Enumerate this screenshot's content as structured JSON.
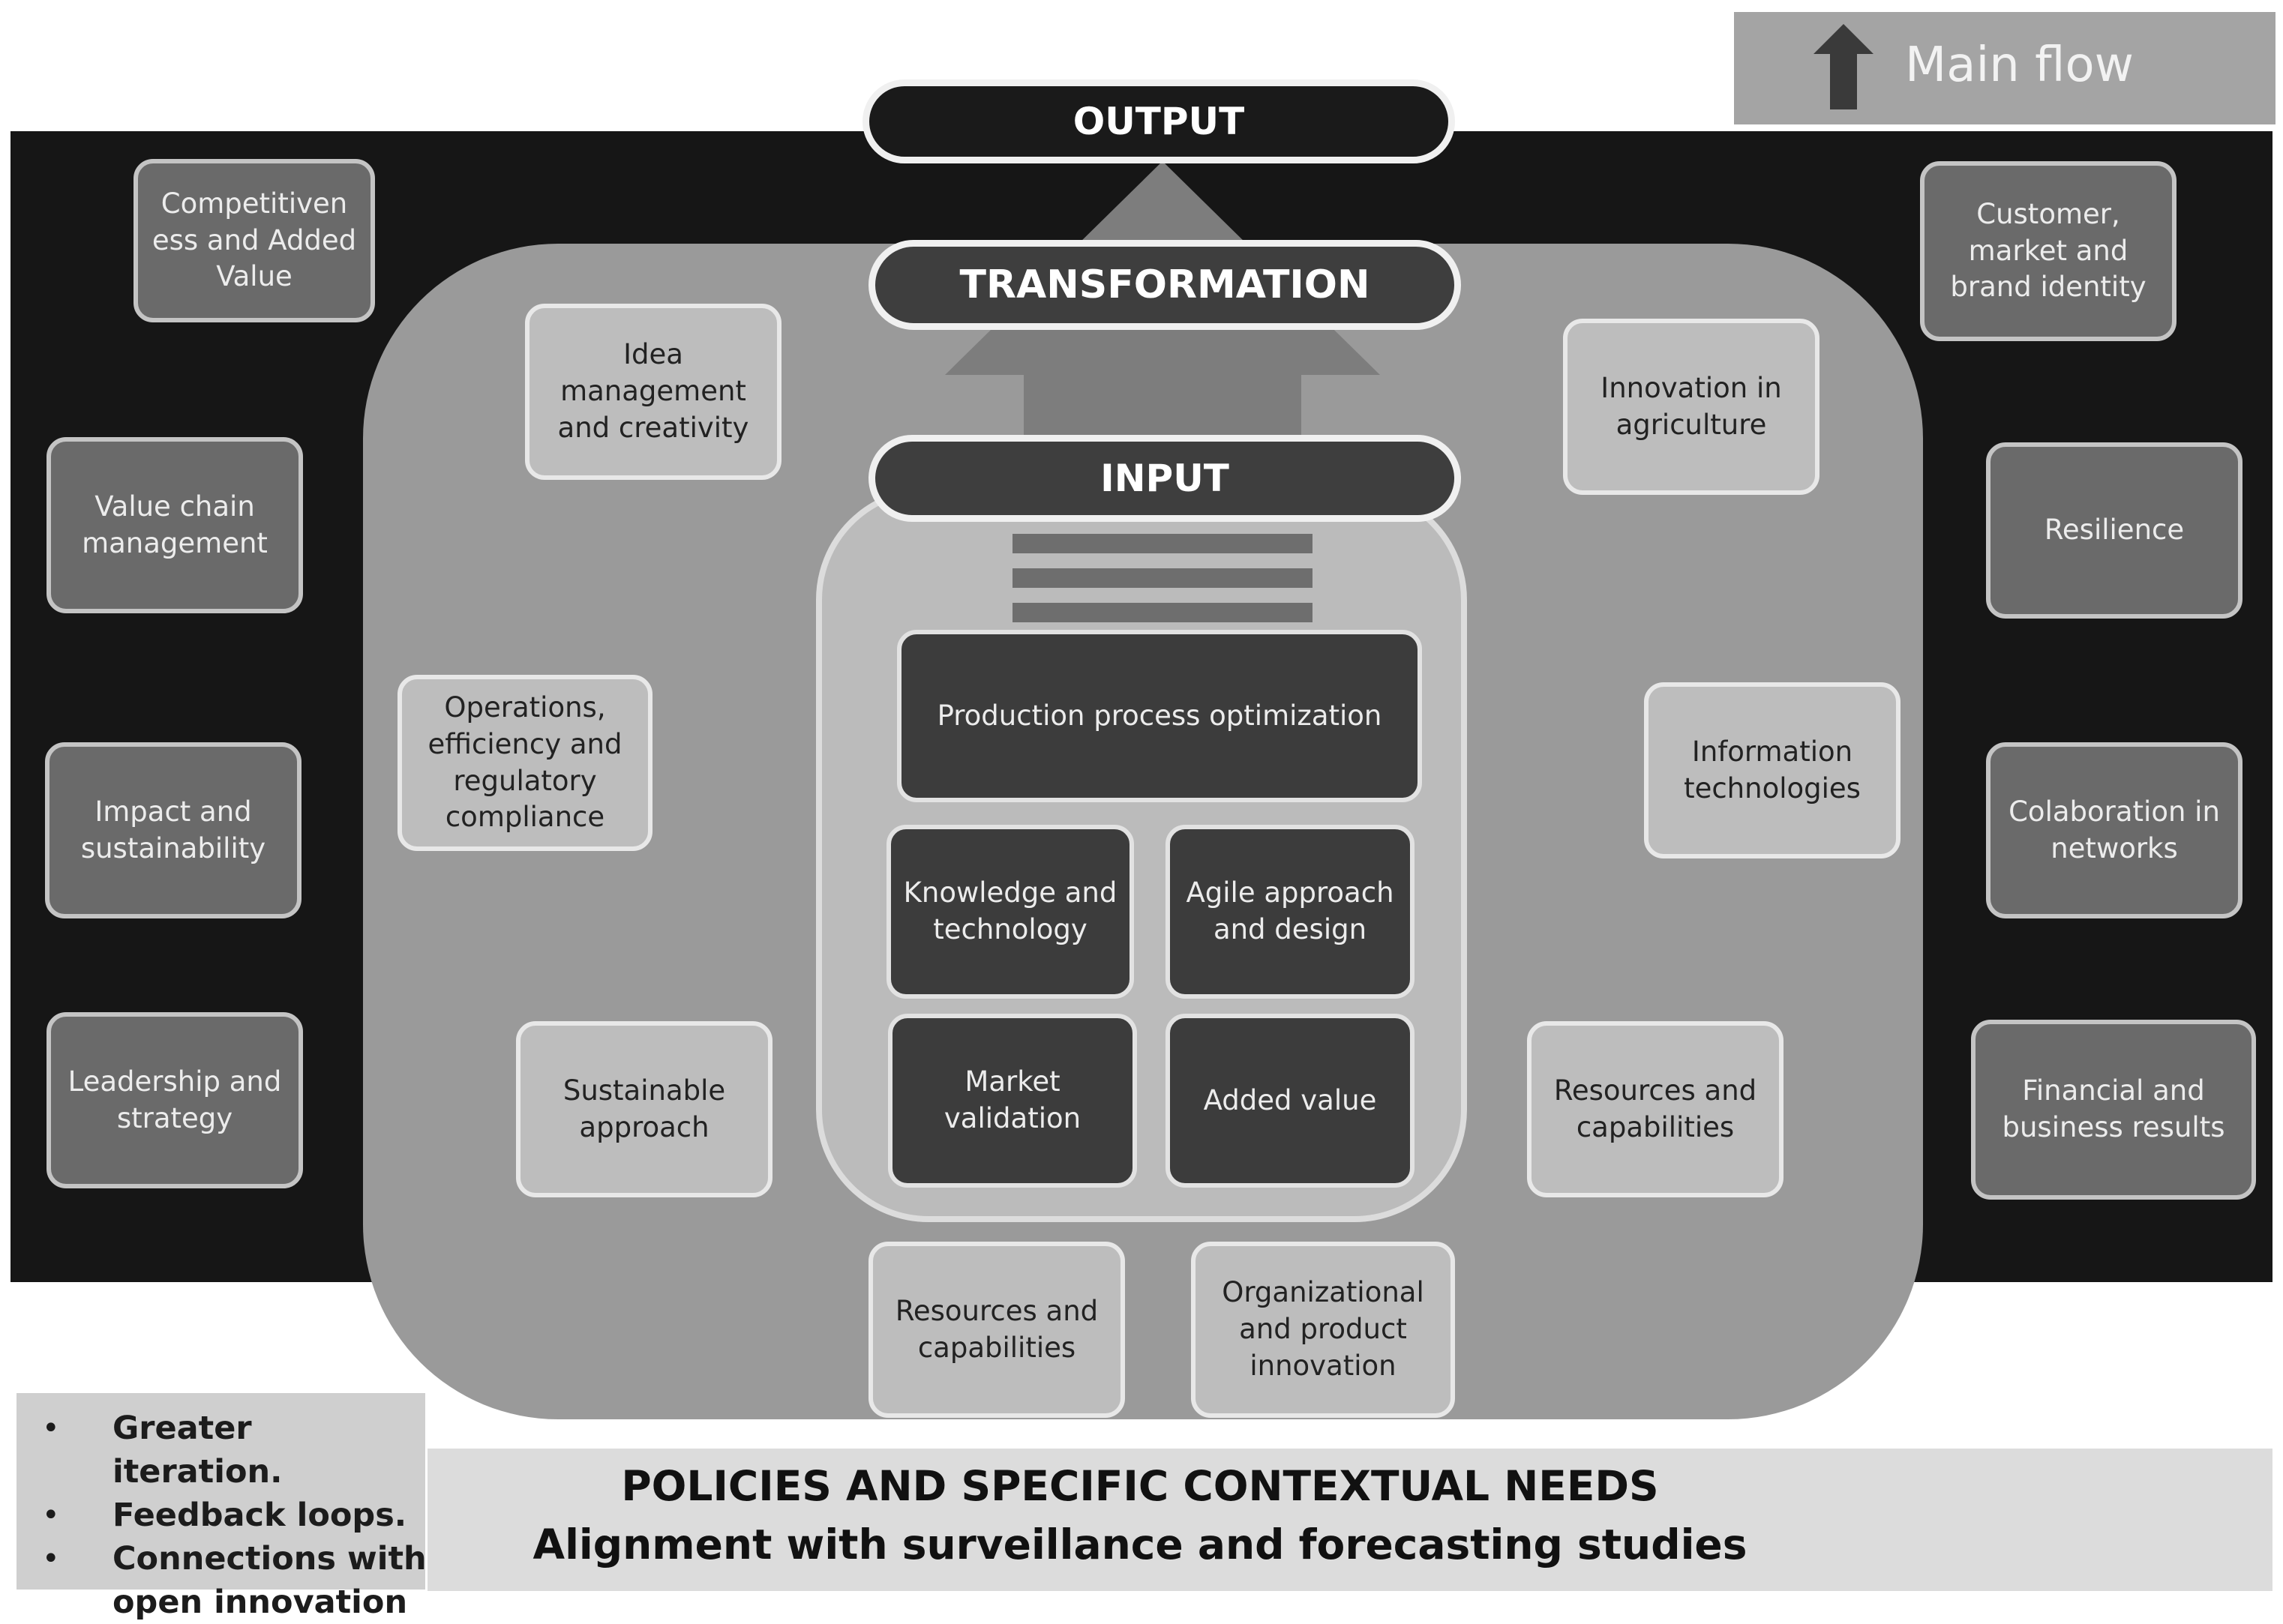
{
  "legend": {
    "label": "Main flow",
    "icon": "up-arrow-icon"
  },
  "flow": {
    "output": "OUTPUT",
    "transformation": "TRANSFORMATION",
    "input": "INPUT"
  },
  "core_blocks": {
    "production": "Production process optimization",
    "knowledge": "Knowledge and technology",
    "agile": "Agile approach and design",
    "market": "Market validation",
    "added_value": "Added value"
  },
  "outer_left": [
    "Competitiven ess and Added Value",
    "Value chain management",
    "Impact and sustainability",
    "Leadership and strategy"
  ],
  "outer_right": [
    "Customer, market and brand identity",
    "Resilience",
    "Colaboration in networks",
    "Financial and business results"
  ],
  "inner_left": [
    "Idea management and creativity",
    "Operations, efficiency and regulatory compliance",
    "Sustainable approach"
  ],
  "inner_right": [
    "Innovation in agriculture",
    "Information technologies",
    "Resources and capabilities"
  ],
  "inner_bottom": [
    "Resources and capabilities",
    "Organizational and product innovation"
  ],
  "bullets": [
    "Greater iteration.",
    "Feedback loops.",
    "Connections with open innovation"
  ],
  "policies": {
    "line1": "POLICIES AND SPECIFIC CONTEXTUAL NEEDS",
    "line2": "Alignment with surveillance and forecasting studies"
  },
  "colors": {
    "background_band": "#161616",
    "transformation_area": "#9a9a9a",
    "input_area": "#bbbbbb",
    "core_block": "#3c3c3c"
  }
}
